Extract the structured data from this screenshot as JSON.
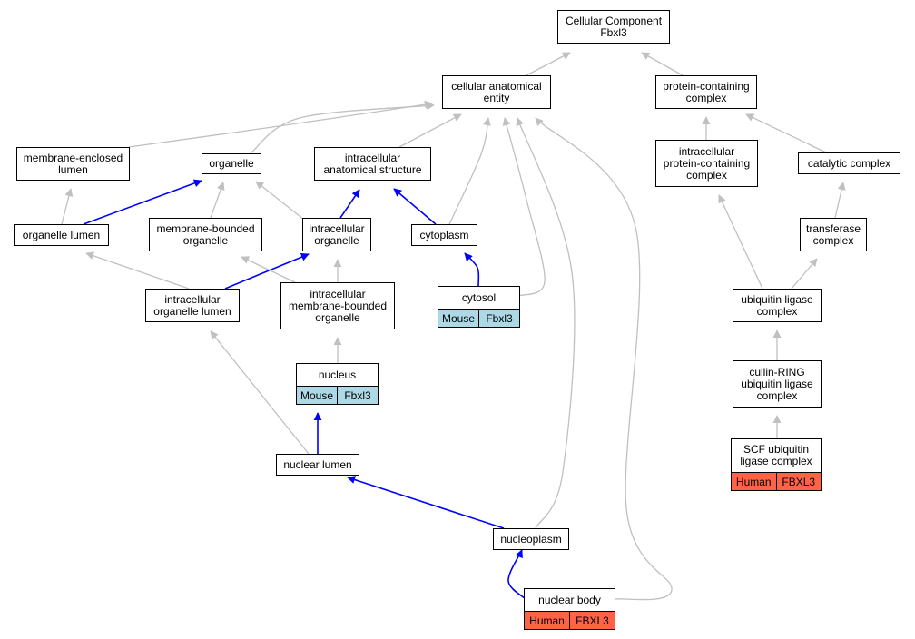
{
  "graph": {
    "colors": {
      "is_a_edge": "#c0c0c0",
      "annotated_path_edge": "#0000ff",
      "mouse_tag": "#add8e6",
      "human_tag": "#ff6347"
    },
    "nodes": [
      {
        "id": "cellular_component",
        "label": "Cellular Component\nFbxl3"
      },
      {
        "id": "cellular_anatomical_entity",
        "label": "cellular anatomical\nentity"
      },
      {
        "id": "protein_containing_complex",
        "label": "protein-containing\ncomplex"
      },
      {
        "id": "membrane_enclosed_lumen",
        "label": "membrane-enclosed\nlumen"
      },
      {
        "id": "organelle",
        "label": "organelle"
      },
      {
        "id": "intracellular_anatomical_structure",
        "label": "intracellular\nanatomical structure"
      },
      {
        "id": "intracellular_protein_containing_complex",
        "label": "intracellular\nprotein-containing\ncomplex"
      },
      {
        "id": "catalytic_complex",
        "label": "catalytic complex"
      },
      {
        "id": "organelle_lumen",
        "label": "organelle lumen"
      },
      {
        "id": "membrane_bounded_organelle",
        "label": "membrane-bounded\norganelle"
      },
      {
        "id": "intracellular_organelle",
        "label": "intracellular\norganelle"
      },
      {
        "id": "cytoplasm",
        "label": "cytoplasm"
      },
      {
        "id": "transferase_complex",
        "label": "transferase\ncomplex"
      },
      {
        "id": "intracellular_organelle_lumen",
        "label": "intracellular\norganelle lumen"
      },
      {
        "id": "intracellular_membrane_bounded_organelle",
        "label": "intracellular\nmembrane-bounded\norganelle"
      },
      {
        "id": "cytosol",
        "label": "cytosol",
        "annotations": [
          {
            "organism": "Mouse",
            "gene": "Fbxl3"
          }
        ]
      },
      {
        "id": "ubiquitin_ligase_complex",
        "label": "ubiquitin ligase\ncomplex"
      },
      {
        "id": "nucleus",
        "label": "nucleus",
        "annotations": [
          {
            "organism": "Mouse",
            "gene": "Fbxl3"
          }
        ]
      },
      {
        "id": "cullin_ring_ubiquitin_ligase_complex",
        "label": "cullin-RING\nubiquitin ligase\ncomplex"
      },
      {
        "id": "nuclear_lumen",
        "label": "nuclear lumen"
      },
      {
        "id": "scf_ubiquitin_ligase_complex",
        "label": "SCF ubiquitin\nligase complex",
        "annotations": [
          {
            "organism": "Human",
            "gene": "FBXL3"
          }
        ]
      },
      {
        "id": "nucleoplasm",
        "label": "nucleoplasm"
      },
      {
        "id": "nuclear_body",
        "label": "nuclear body",
        "annotations": [
          {
            "organism": "Human",
            "gene": "FBXL3"
          }
        ]
      }
    ],
    "edges": [
      {
        "from": "cellular_anatomical_entity",
        "to": "cellular_component",
        "kind": "is_a"
      },
      {
        "from": "protein_containing_complex",
        "to": "cellular_component",
        "kind": "is_a"
      },
      {
        "from": "membrane_enclosed_lumen",
        "to": "cellular_anatomical_entity",
        "kind": "is_a"
      },
      {
        "from": "organelle",
        "to": "cellular_anatomical_entity",
        "kind": "is_a"
      },
      {
        "from": "intracellular_anatomical_structure",
        "to": "cellular_anatomical_entity",
        "kind": "is_a"
      },
      {
        "from": "cytoplasm",
        "to": "cellular_anatomical_entity",
        "kind": "is_a"
      },
      {
        "from": "cytosol",
        "to": "cellular_anatomical_entity",
        "kind": "is_a"
      },
      {
        "from": "nucleoplasm",
        "to": "cellular_anatomical_entity",
        "kind": "is_a"
      },
      {
        "from": "nuclear_body",
        "to": "cellular_anatomical_entity",
        "kind": "is_a"
      },
      {
        "from": "intracellular_protein_containing_complex",
        "to": "protein_containing_complex",
        "kind": "is_a"
      },
      {
        "from": "catalytic_complex",
        "to": "protein_containing_complex",
        "kind": "is_a"
      },
      {
        "from": "organelle_lumen",
        "to": "membrane_enclosed_lumen",
        "kind": "is_a"
      },
      {
        "from": "organelle_lumen",
        "to": "organelle",
        "kind": "annotated_path"
      },
      {
        "from": "membrane_bounded_organelle",
        "to": "organelle",
        "kind": "is_a"
      },
      {
        "from": "intracellular_organelle",
        "to": "organelle",
        "kind": "is_a"
      },
      {
        "from": "intracellular_organelle",
        "to": "intracellular_anatomical_structure",
        "kind": "annotated_path"
      },
      {
        "from": "cytoplasm",
        "to": "intracellular_anatomical_structure",
        "kind": "annotated_path"
      },
      {
        "from": "transferase_complex",
        "to": "catalytic_complex",
        "kind": "is_a"
      },
      {
        "from": "intracellular_organelle_lumen",
        "to": "organelle_lumen",
        "kind": "is_a"
      },
      {
        "from": "intracellular_organelle_lumen",
        "to": "intracellular_organelle",
        "kind": "annotated_path"
      },
      {
        "from": "intracellular_membrane_bounded_organelle",
        "to": "membrane_bounded_organelle",
        "kind": "is_a"
      },
      {
        "from": "intracellular_membrane_bounded_organelle",
        "to": "intracellular_organelle",
        "kind": "is_a"
      },
      {
        "from": "cytosol",
        "to": "cytoplasm",
        "kind": "annotated_path"
      },
      {
        "from": "ubiquitin_ligase_complex",
        "to": "intracellular_protein_containing_complex",
        "kind": "is_a"
      },
      {
        "from": "ubiquitin_ligase_complex",
        "to": "transferase_complex",
        "kind": "is_a"
      },
      {
        "from": "nucleus",
        "to": "intracellular_membrane_bounded_organelle",
        "kind": "is_a"
      },
      {
        "from": "cullin_ring_ubiquitin_ligase_complex",
        "to": "ubiquitin_ligase_complex",
        "kind": "is_a"
      },
      {
        "from": "nuclear_lumen",
        "to": "intracellular_organelle_lumen",
        "kind": "is_a"
      },
      {
        "from": "nuclear_lumen",
        "to": "nucleus",
        "kind": "annotated_path"
      },
      {
        "from": "scf_ubiquitin_ligase_complex",
        "to": "cullin_ring_ubiquitin_ligase_complex",
        "kind": "is_a"
      },
      {
        "from": "nucleoplasm",
        "to": "nuclear_lumen",
        "kind": "annotated_path"
      },
      {
        "from": "nuclear_body",
        "to": "nucleoplasm",
        "kind": "annotated_path"
      }
    ]
  }
}
